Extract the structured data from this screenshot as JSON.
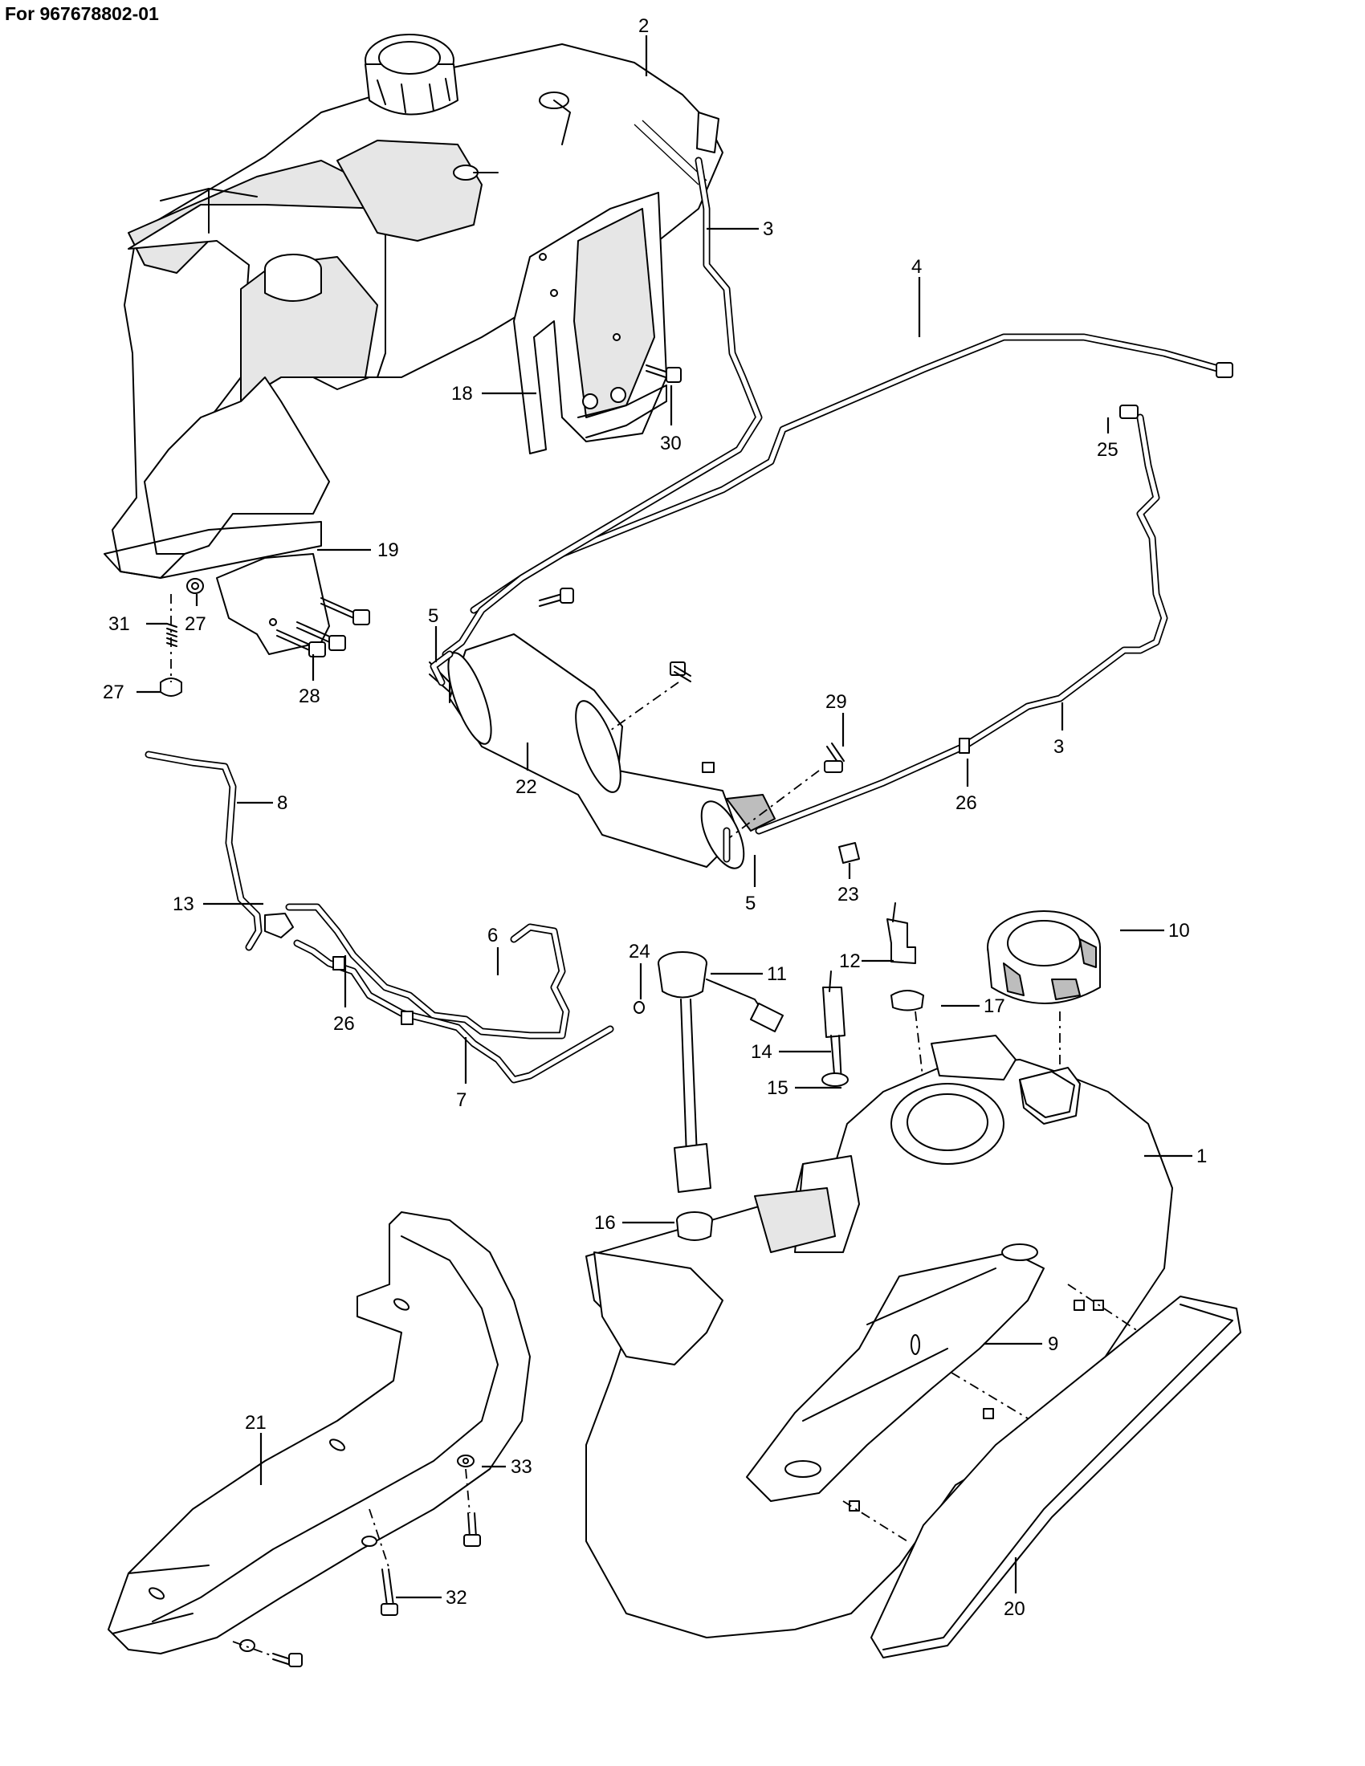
{
  "header": {
    "title": "For 967678802-01"
  },
  "callouts": [
    {
      "id": "c1",
      "text": "1"
    },
    {
      "id": "c2",
      "text": "2"
    },
    {
      "id": "c3a",
      "text": "3"
    },
    {
      "id": "c3b",
      "text": "3"
    },
    {
      "id": "c4",
      "text": "4"
    },
    {
      "id": "c5a",
      "text": "5"
    },
    {
      "id": "c5b",
      "text": "5"
    },
    {
      "id": "c6",
      "text": "6"
    },
    {
      "id": "c7",
      "text": "7"
    },
    {
      "id": "c8",
      "text": "8"
    },
    {
      "id": "c9",
      "text": "9"
    },
    {
      "id": "c10",
      "text": "10"
    },
    {
      "id": "c11",
      "text": "11"
    },
    {
      "id": "c12",
      "text": "12"
    },
    {
      "id": "c13",
      "text": "13"
    },
    {
      "id": "c14",
      "text": "14"
    },
    {
      "id": "c15",
      "text": "15"
    },
    {
      "id": "c16",
      "text": "16"
    },
    {
      "id": "c17",
      "text": "17"
    },
    {
      "id": "c18",
      "text": "18"
    },
    {
      "id": "c19",
      "text": "19"
    },
    {
      "id": "c20",
      "text": "20"
    },
    {
      "id": "c21",
      "text": "21"
    },
    {
      "id": "c22",
      "text": "22"
    },
    {
      "id": "c23",
      "text": "23"
    },
    {
      "id": "c24",
      "text": "24"
    },
    {
      "id": "c25",
      "text": "25"
    },
    {
      "id": "c26a",
      "text": "26"
    },
    {
      "id": "c26b",
      "text": "26"
    },
    {
      "id": "c27a",
      "text": "27"
    },
    {
      "id": "c27b",
      "text": "27"
    },
    {
      "id": "c28",
      "text": "28"
    },
    {
      "id": "c29",
      "text": "29"
    },
    {
      "id": "c30",
      "text": "30"
    },
    {
      "id": "c31",
      "text": "31"
    },
    {
      "id": "c32",
      "text": "32"
    },
    {
      "id": "c33",
      "text": "33"
    }
  ]
}
